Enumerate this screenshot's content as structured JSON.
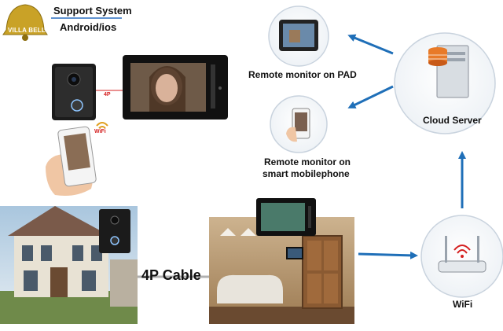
{
  "brand": {
    "logo_text": "VILLA BELL"
  },
  "header": {
    "line1": "Support System",
    "line2": "Android/ios"
  },
  "labels": {
    "remote_pad": "Remote monitor on PAD",
    "remote_phone_line1": "Remote monitor on",
    "remote_phone_line2": "smart mobilephone",
    "cloud": "Cloud Server",
    "wifi": "WiFi",
    "cable": "4P Cable",
    "small_4p": "4P",
    "wifi_badge": "WiFi"
  },
  "colors": {
    "arrow": "#1f6fb8",
    "circle_border": "#c9d3de",
    "accent_red": "#d42020",
    "logo": "#c9a227"
  },
  "icons": [
    "bell-logo-icon",
    "doorbell-camera-icon",
    "indoor-monitor-icon",
    "phone-hand-icon",
    "wifi-badge-icon",
    "house-photo-icon",
    "room-photo-icon",
    "tablet-icon",
    "smartphone-icon",
    "server-icon",
    "router-icon"
  ]
}
